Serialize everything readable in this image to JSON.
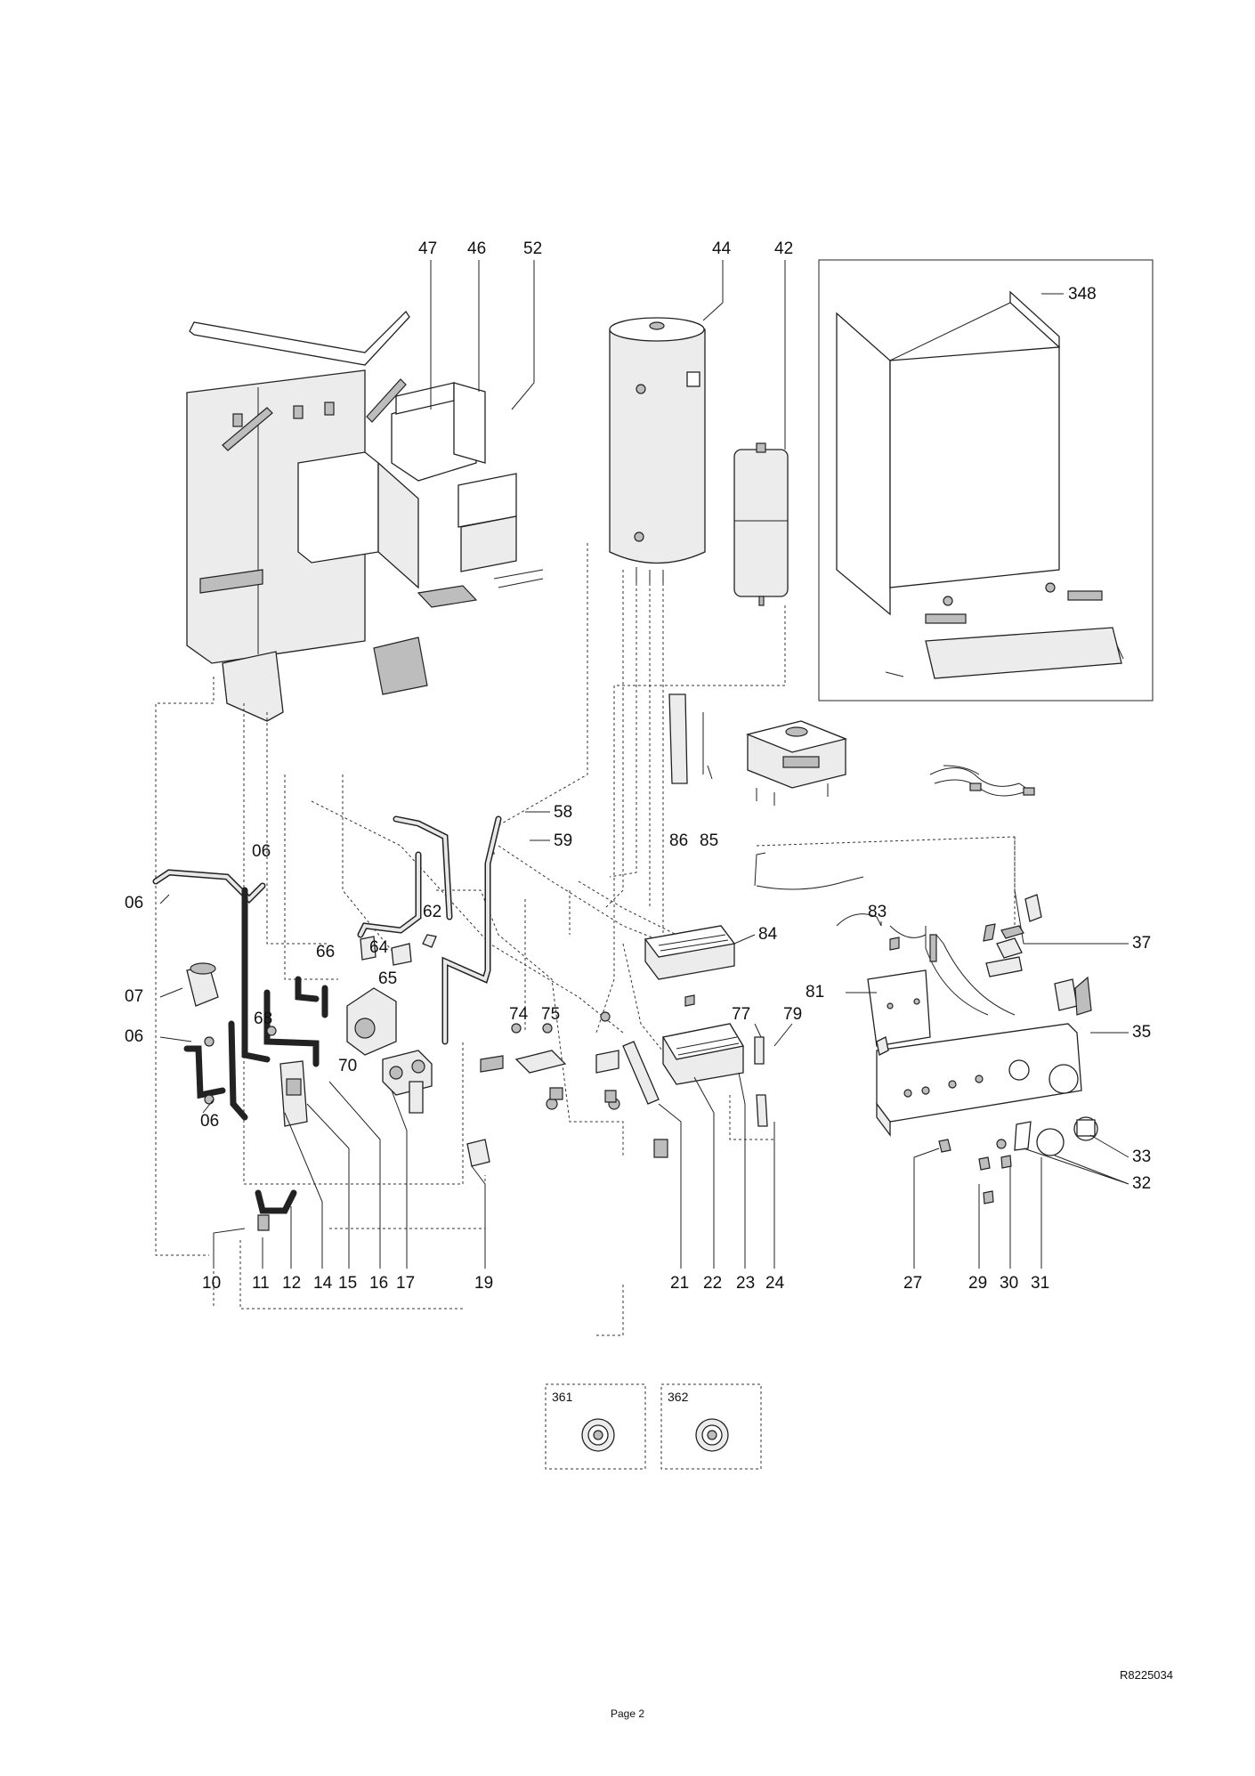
{
  "diagram": {
    "labels": {
      "l47": "47",
      "l46": "46",
      "l52": "52",
      "l44": "44",
      "l42": "42",
      "l348": "348",
      "l58": "58",
      "l59": "59",
      "l86": "86",
      "l85": "85",
      "l06a": "06",
      "l06b": "06",
      "l06c": "06",
      "l06d": "06",
      "l07": "07",
      "l62": "62",
      "l66": "66",
      "l64": "64",
      "l65": "65",
      "l68": "68",
      "l70": "70",
      "l74": "74",
      "l75": "75",
      "l77": "77",
      "l79": "79",
      "l81": "81",
      "l83": "83",
      "l84": "84",
      "l37": "37",
      "l35": "35",
      "l33": "33",
      "l32": "32",
      "l10": "10",
      "l11": "11",
      "l12": "12",
      "l14": "14",
      "l15": "15",
      "l16": "16",
      "l17": "17",
      "l19": "19",
      "l21": "21",
      "l22": "22",
      "l23": "23",
      "l24": "24",
      "l27": "27",
      "l29": "29",
      "l30": "30",
      "l31": "31"
    },
    "optional_parts": [
      {
        "code": "361"
      },
      {
        "code": "362"
      }
    ]
  },
  "footer": {
    "doc_ref": "R8225034",
    "page": "Page 2"
  }
}
